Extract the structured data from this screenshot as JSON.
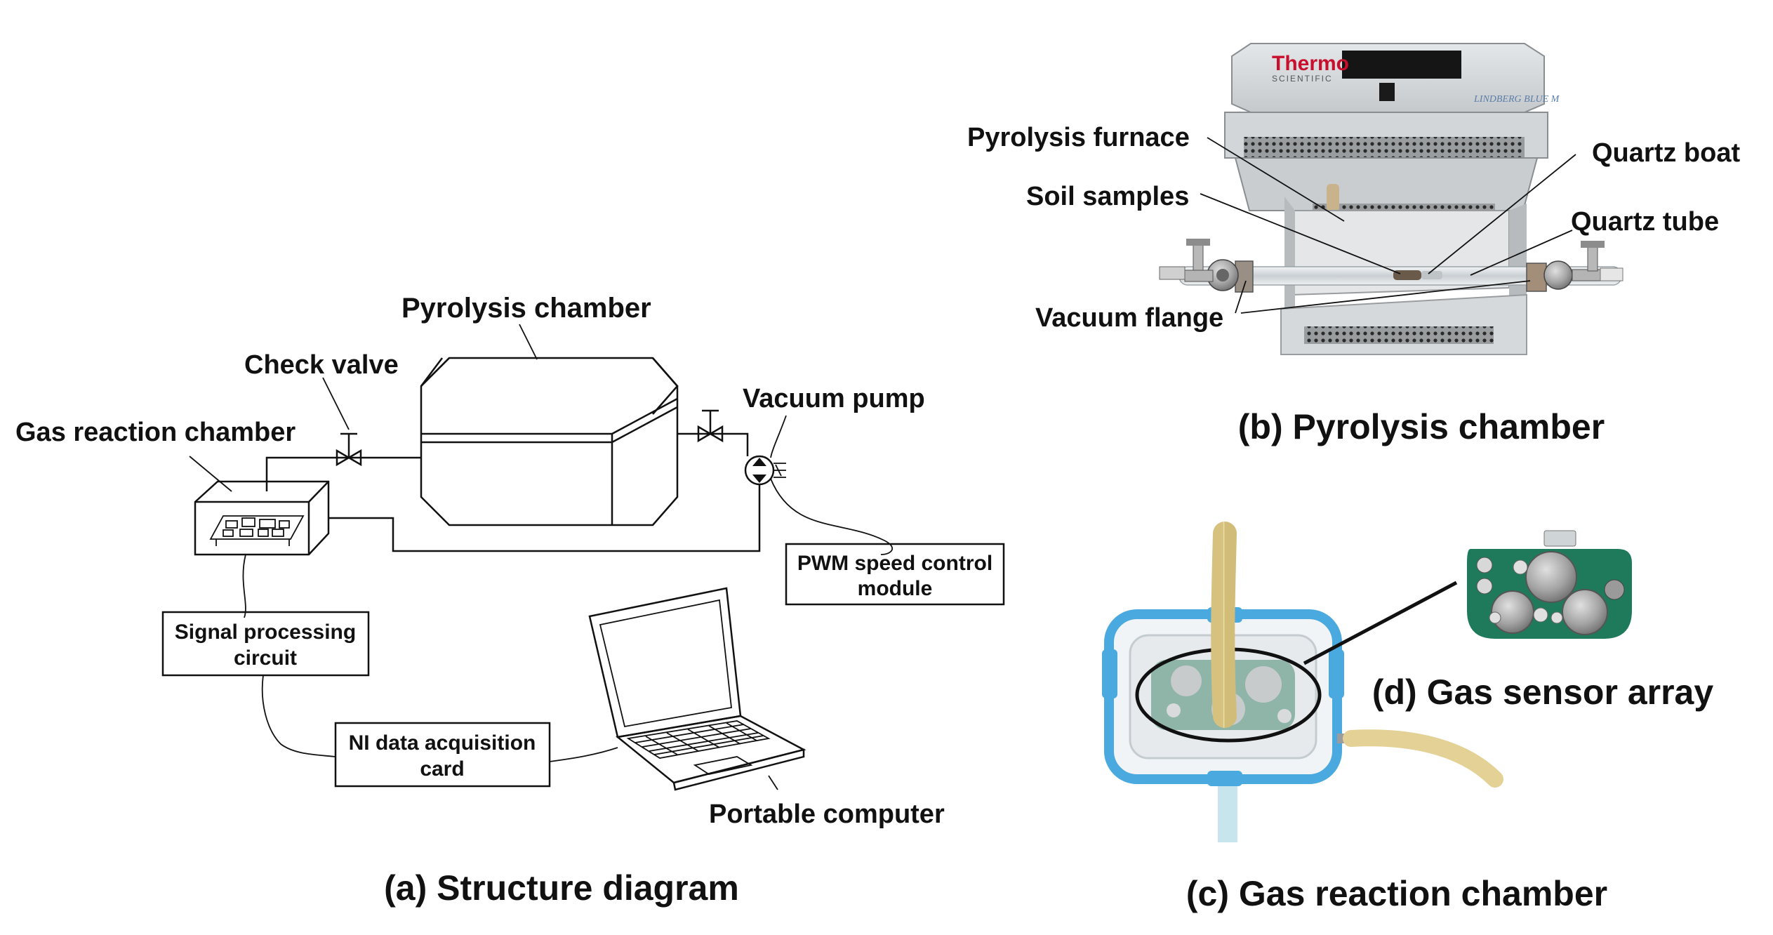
{
  "panel_a": {
    "caption": "(a) Structure diagram",
    "labels": {
      "pyrolysis_chamber": "Pyrolysis chamber",
      "check_valve": "Check valve",
      "gas_reaction_chamber": "Gas reaction chamber",
      "vacuum_pump": "Vacuum pump",
      "portable_computer": "Portable computer"
    },
    "boxes": {
      "pwm_line1": "PWM speed control",
      "pwm_line2": "module",
      "signal_line1": "Signal processing",
      "signal_line2": "circuit",
      "ni_line1": "NI data acquisition",
      "ni_line2": "card"
    }
  },
  "panel_b": {
    "caption": "(b) Pyrolysis chamber",
    "brand": "Thermo",
    "brand_sub": "SCIENTIFIC",
    "model": "LINDBERG BLUE M",
    "labels": {
      "pyrolysis_furnace": "Pyrolysis furnace",
      "soil_samples": "Soil samples",
      "quartz_boat": "Quartz boat",
      "quartz_tube": "Quartz tube",
      "vacuum_flange": "Vacuum flange"
    }
  },
  "panel_c": {
    "caption": "(c) Gas reaction chamber"
  },
  "panel_d": {
    "caption": "(d) Gas sensor array"
  },
  "colors": {
    "furnace_body": "#d8dcdf",
    "furnace_red": "#c8102e",
    "container_blue": "#4aa9de",
    "tube_yellow": "#e9d9a0",
    "pcb_green": "#1f7a5c",
    "sensor_metal": "#a8a8a8"
  }
}
